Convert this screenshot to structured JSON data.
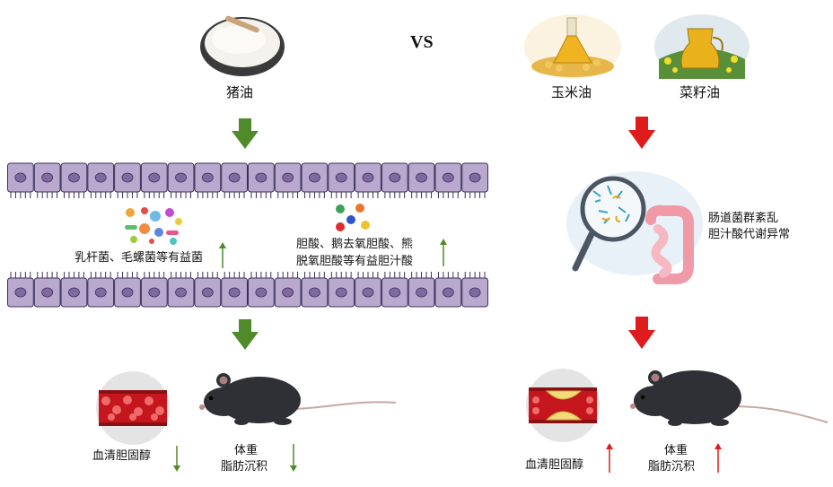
{
  "header": {
    "vs": "VS"
  },
  "left": {
    "title": "猪油",
    "microbe_label": "乳杆菌、毛螺菌等有益菌",
    "bile_label_line1": "胆酸、鹅去氧胆酸、熊",
    "bile_label_line2": "脱氧胆酸等有益胆汁酸",
    "outcome_cholesterol": "血清胆固醇",
    "outcome_weight": "体重",
    "outcome_fat": "脂肪沉积"
  },
  "right": {
    "oil1": "玉米油",
    "oil2": "菜籽油",
    "gut_label_line1": "肠道菌群紊乱",
    "gut_label_line2": "胆汁酸代谢异常",
    "outcome_cholesterol": "血清胆固醇",
    "outcome_weight": "体重",
    "outcome_fat": "脂肪沉积"
  },
  "colors": {
    "green_arrow": "#4f8a2b",
    "red_arrow": "#e01b1b",
    "cell_fill": "#b9a9cf",
    "cell_stroke": "#3b2f57"
  }
}
